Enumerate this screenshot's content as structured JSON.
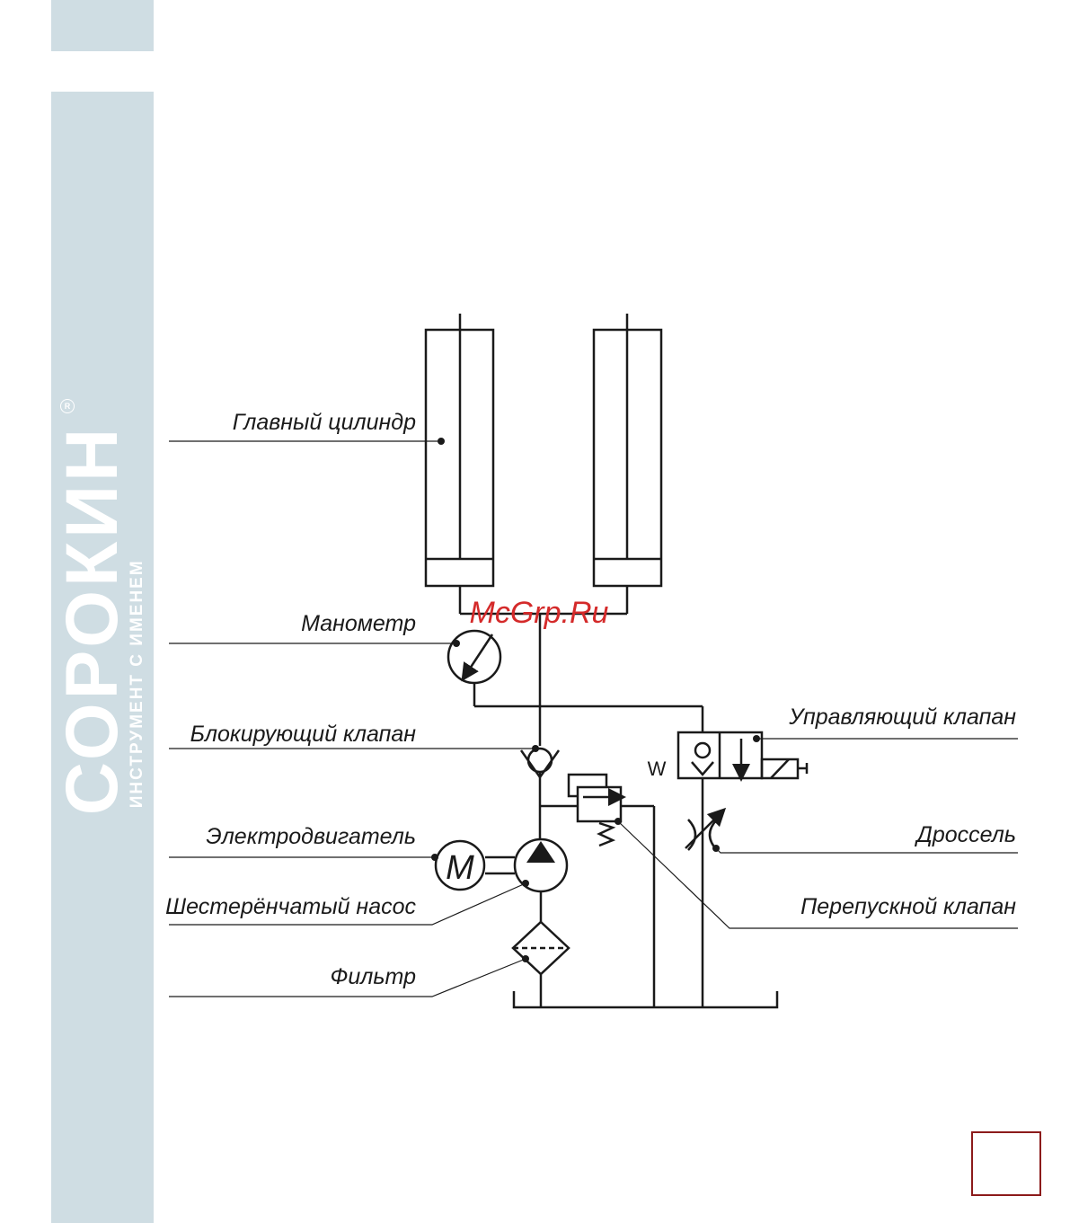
{
  "brand": {
    "name": "СОРОКИН",
    "tagline": "ИНСТРУМЕНТ С ИМЕНЕМ",
    "registered_mark": "R"
  },
  "labels": {
    "main_cylinder": "Главный цилиндр",
    "manometer": "Манометр",
    "blocking_valve": "Блокирующий клапан",
    "electric_motor": "Электродвигатель",
    "gear_pump": "Шестерёнчатый насос",
    "filter": "Фильтр",
    "control_valve": "Управляющий клапан",
    "throttle": "Дроссель",
    "bypass_valve": "Перепускной клапан"
  },
  "symbols": {
    "motor_letter": "M",
    "solenoid_letter": "W"
  },
  "watermark": "McGrp.Ru",
  "colors": {
    "sidebar": "#cfdde3",
    "line": "#1a1a1a",
    "watermark": "#d42a2a",
    "page_box_border": "#8c1b1b"
  }
}
